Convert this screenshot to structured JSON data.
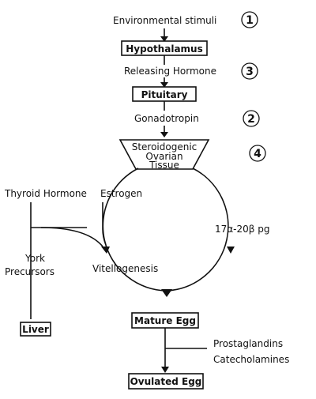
{
  "stages": {
    "environmental_stimuli": "Environmental stimuli",
    "hypothalamus": "Hypothalamus",
    "releasing_hormone": "Releasing Hormone",
    "pituitary": "Pituitary",
    "gonadotropin": "Gonadotropin",
    "steroidogenic_line1": "Steroidogenic",
    "steroidogenic_line2": "Ovarian",
    "steroidogenic_line3": "Tissue"
  },
  "step_numbers": {
    "one": "1",
    "three": "3",
    "two": "2",
    "four": "4"
  },
  "left_branch": {
    "thyroid_hormone": "Thyroid Hormone",
    "estrogen": "Estrogen",
    "york_line1": "York",
    "york_line2": "Precursors",
    "vitellogenesis": "Vitellogenesis",
    "liver": "Liver"
  },
  "right_branch": {
    "steroid_label": "17α-20β pg"
  },
  "outcomes": {
    "mature_egg": "Mature Egg",
    "prostaglandins": "Prostaglandins",
    "catecholamines": "Catecholamines",
    "ovulated_egg": "Ovulated Egg"
  }
}
